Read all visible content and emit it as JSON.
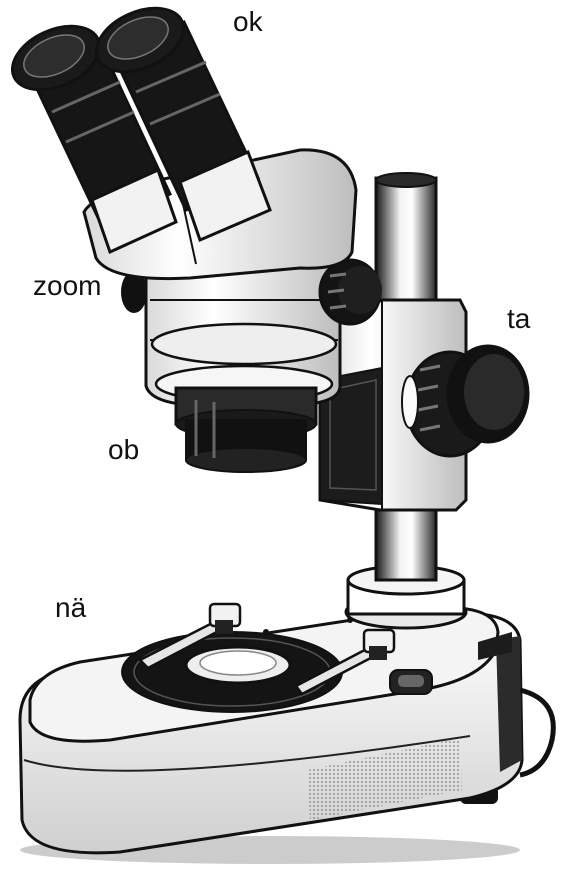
{
  "labels": {
    "ok": "ok",
    "zoom": "zoom",
    "ta": "ta",
    "ob": "ob",
    "na": "nä"
  }
}
